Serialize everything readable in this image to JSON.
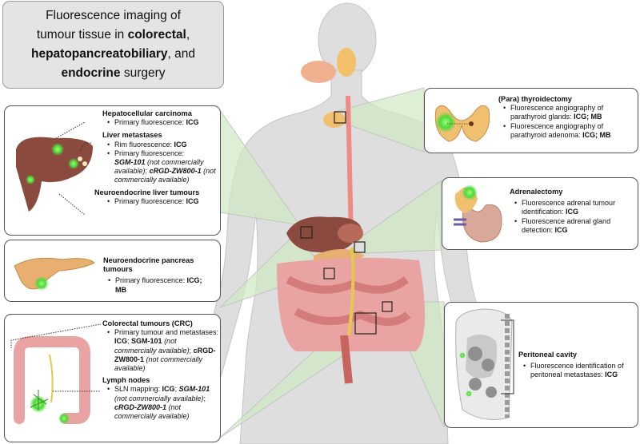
{
  "title": {
    "line1": "Fluorescence imaging of",
    "line2_pre": "tumour tissue in ",
    "line2_bold": "colorectal",
    "line2_post": ",",
    "line3_bold": "hepatopancreatobiliary",
    "line3_post": ", and",
    "line4_bold": "endocrine",
    "line4_post": " surgery"
  },
  "liver": {
    "hcc_heading": "Hepatocellular carcinoma",
    "hcc_item1": "Primary fluorescence: ",
    "hcc_item1_agent": "ICG",
    "mets_heading": "Liver metastases",
    "mets_item1": "Rim fluorescence: ",
    "mets_item1_agent": "ICG",
    "mets_item2": "Primary fluorescence:",
    "mets_agent2": "SGM-101",
    "mets_agent2_note": " (not commercially available)",
    "mets_sep": ";",
    "mets_agent3": "cRGD-ZW800-1",
    "mets_agent3_note": " (not commercially available)",
    "net_heading": "Neuroendocrine liver tumours",
    "net_item1": "Primary fluorescence: ",
    "net_item1_agent": "ICG"
  },
  "pancreas": {
    "heading": "Neuroendocrine pancreas tumours",
    "item1": "Primary fluorescence: ",
    "item1_agent": "ICG; MB"
  },
  "colorectal": {
    "crc_heading": "Colorectal tumours (CRC)",
    "crc_item1": "Primary tumour and metastases: ",
    "crc_agent1": "ICG",
    "crc_sep1": ";",
    "crc_agent2": "SGM-101",
    "crc_agent2_note": " (not commercially available)",
    "crc_sep2": ";",
    "crc_agent3": "cRGD-ZW800-1",
    "crc_agent3_note": " (not commercially available)",
    "ln_heading": "Lymph nodes",
    "ln_item1": "SLN mapping: ",
    "ln_agent1": "ICG",
    "ln_sep1": ";",
    "ln_agent2": "SGM-101",
    "ln_agent2_note": " (not commercially available)",
    "ln_sep2": ";",
    "ln_agent3": "cRGD-ZW800-1",
    "ln_agent3_note": " (not commercially available)"
  },
  "thyroid": {
    "heading": "(Para) thyroidectomy",
    "item1": "Fluorescence angiography of parathyroid glands: ",
    "item1_agent": "ICG; MB",
    "item2": "Fluorescence angiography of parathyroid adenoma: ",
    "item2_agent": "ICG; MB"
  },
  "adrenal": {
    "heading": "Adrenalectomy",
    "item1": "Fluorescence adrenal tumour identification: ",
    "item1_agent": "ICG",
    "item2": "Fluorescence adrenal gland detection: ",
    "item2_agent": "ICG"
  },
  "peritoneal": {
    "heading": "Peritoneal cavity",
    "item1": "Fluorescence identification of peritoneal metastases: ",
    "item1_agent": "ICG"
  },
  "colors": {
    "fluorescence": "#5ee34a",
    "liver": "#8b4a3e",
    "highlight": "#d8efcf",
    "body": "#dcdcdc"
  }
}
